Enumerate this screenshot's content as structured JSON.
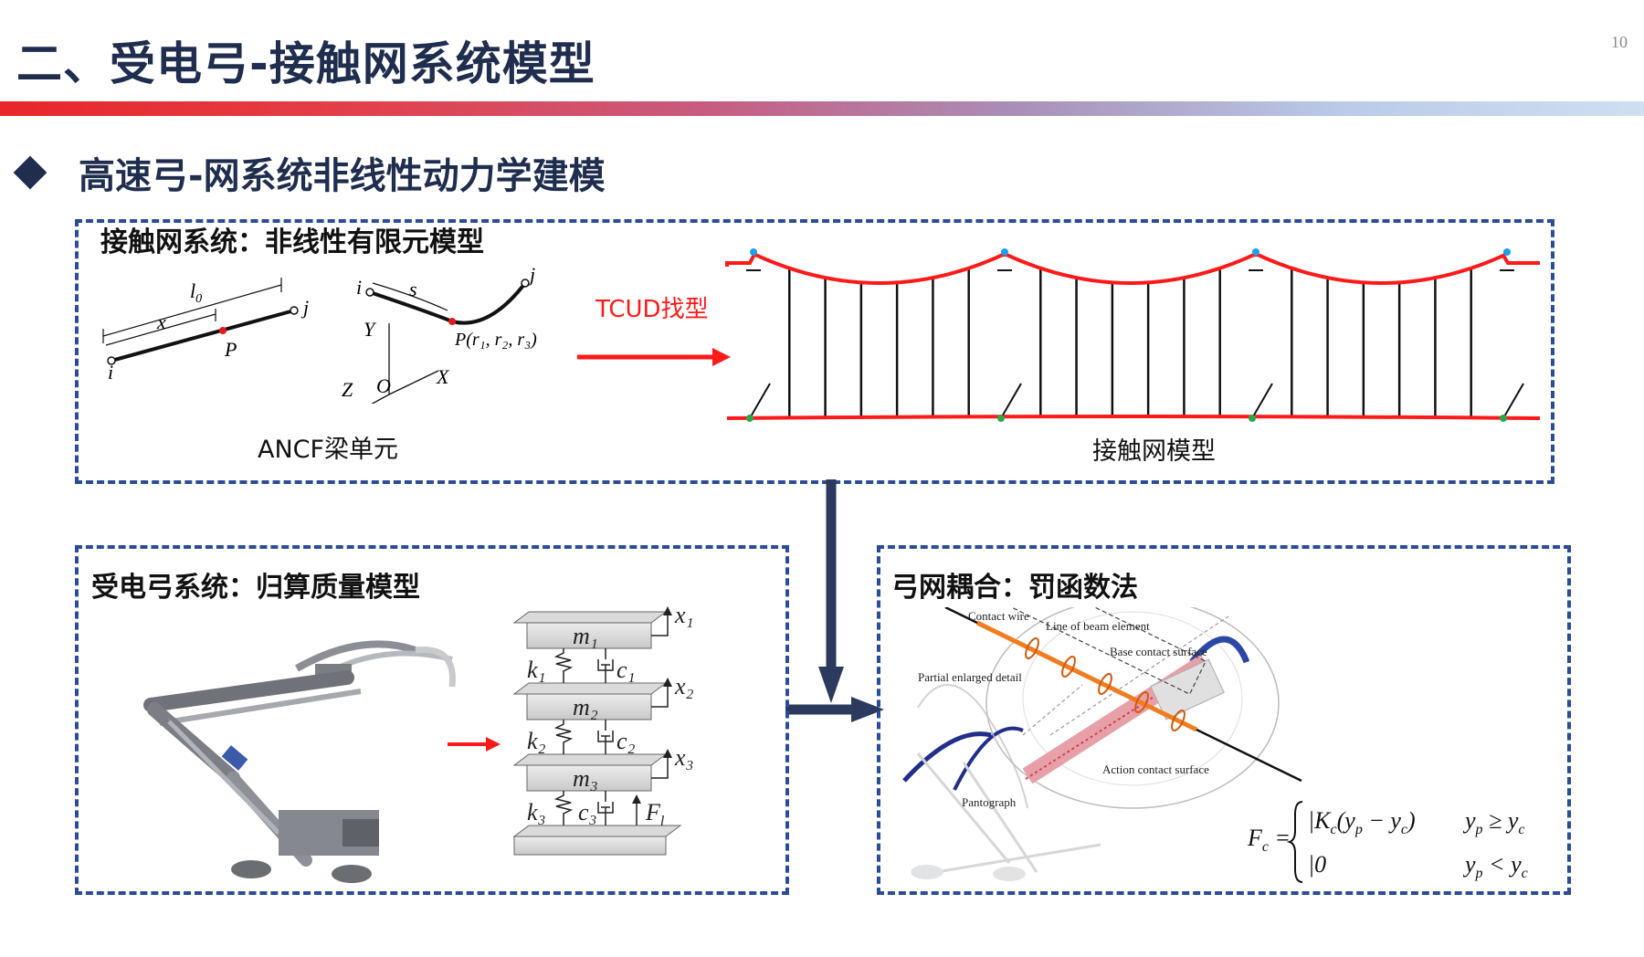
{
  "header": {
    "title": "二、受电弓-接触网系统模型",
    "page_number": "10"
  },
  "section": {
    "subtitle": "高速弓-网系统非线性动力学建模"
  },
  "catenary_panel": {
    "heading": "接触网系统：非线性有限元模型",
    "beam_caption": "ANCF梁单元",
    "arrow_label": "TCUD找型",
    "model_caption": "接触网模型",
    "beam_labels": {
      "l0": "l",
      "l0_sub": "0",
      "x": "x",
      "p": "P",
      "i": "i",
      "j": "j",
      "s": "s",
      "p_coords": "P(r₁, r₂, r₃)",
      "axis_x": "X",
      "axis_y": "Y",
      "axis_z": "Z",
      "origin": "O"
    }
  },
  "pantograph_panel": {
    "heading": "受电弓系统：归算质量模型",
    "masses": [
      "m₁",
      "m₂",
      "m₃"
    ],
    "stiffness": [
      "k₁",
      "k₂",
      "k₃"
    ],
    "damping": [
      "c₁",
      "c₂",
      "c₃"
    ],
    "displacements": [
      "x₁",
      "x₂",
      "x₃"
    ],
    "force": "F",
    "force_sub": "l"
  },
  "coupling_panel": {
    "heading": "弓网耦合：罚函数法",
    "labels": {
      "contact_wire": "Contact wire",
      "beam_line": "Line of beam element",
      "base_surface": "Base contact surface",
      "partial_detail": "Partial enlarged detail",
      "action_surface": "Action contact surface",
      "pantograph": "Pantograph"
    },
    "formula": {
      "lhs": "F",
      "lhs_sub": "c",
      "case1": "|K",
      "case1_sub": "c",
      "case1_expr": "(y",
      "case1_p": "p",
      "case1_minus": " − y",
      "case1_c": "c",
      "case1_close": ")",
      "cond1": "y",
      "cond1_p": "p",
      "cond1_op": " ≥ y",
      "cond1_c": "c",
      "case2": "|0",
      "cond2": "y",
      "cond2_p": "p",
      "cond2_op": " < y",
      "cond2_c": "c"
    }
  },
  "colors": {
    "title": "#1f2d4e",
    "panel_border": "#2a4d96",
    "accent_red": "#ff1a1a",
    "flow_arrow": "#2b3a5e"
  }
}
